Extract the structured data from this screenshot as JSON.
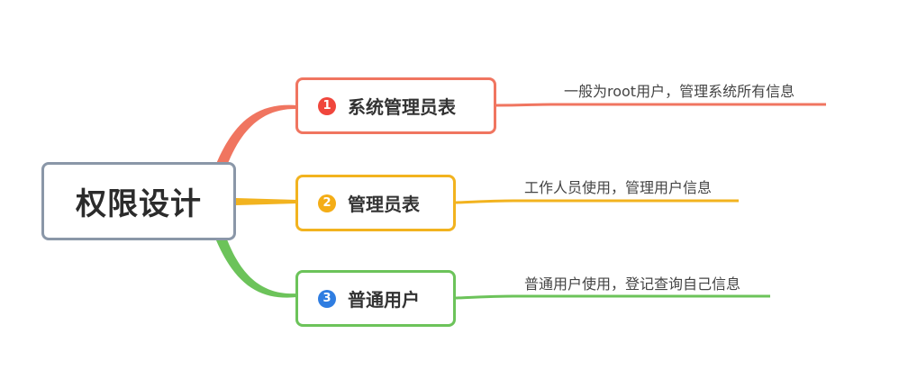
{
  "root": {
    "title": "权限设计",
    "border_color": "#8a97a8"
  },
  "branches": [
    {
      "number": "1",
      "label": "系统管理员表",
      "color": "#f07560",
      "badge_color": "#f0463c",
      "leaf": "一般为root用户，管理系统所有信息"
    },
    {
      "number": "2",
      "label": "管理员表",
      "color": "#f2b31f",
      "badge_color": "#f4ad16",
      "leaf": "工作人员使用，管理用户信息"
    },
    {
      "number": "3",
      "label": "普通用户",
      "color": "#6cc35a",
      "badge_color": "#2f7de1",
      "leaf": "普通用户使用，登记查询自己信息"
    }
  ]
}
